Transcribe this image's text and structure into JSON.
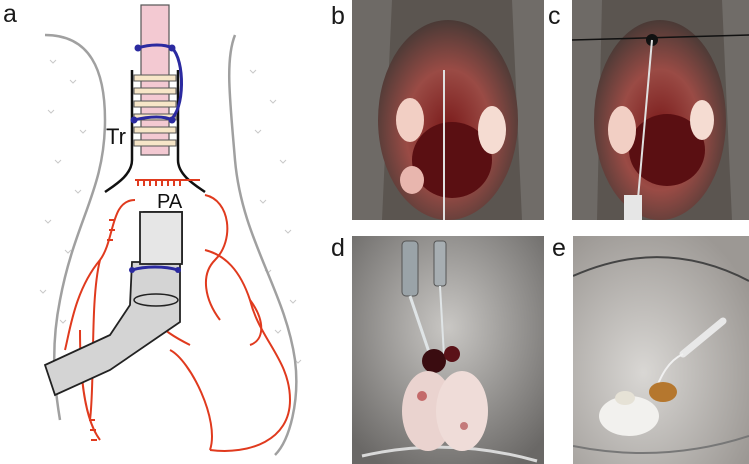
{
  "panels": [
    {
      "letter": "a"
    },
    {
      "letter": "b"
    },
    {
      "letter": "c"
    },
    {
      "letter": "d"
    },
    {
      "letter": "e"
    }
  ],
  "diagram": {
    "trachea_label": "Tr",
    "pulmonary_artery_label": "PA"
  },
  "colors": {
    "vessel_red": "#e03a1e",
    "suture_blue": "#2b2aa0",
    "tube_fill": "#d4d4d4",
    "trachea_pink": "#f3c9d2",
    "tissue_gray": "#9a9a9a"
  }
}
